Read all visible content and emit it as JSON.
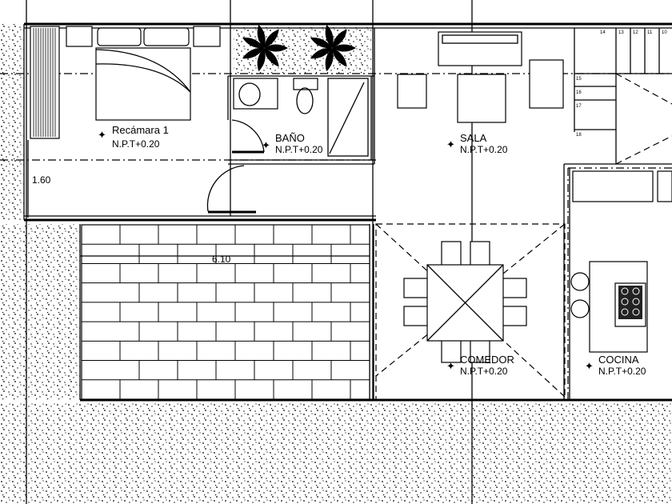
{
  "plan": {
    "rooms": [
      {
        "name": "Recámara 1",
        "level": "N.P.T+0.20"
      },
      {
        "name": "BAÑO",
        "level": "N.P.T+0.20"
      },
      {
        "name": "SALA",
        "level": "N.P.T+0.20"
      },
      {
        "name": "COMEDOR",
        "level": "N.P.T+0.20"
      },
      {
        "name": "COCINA",
        "level": "N.P.T+0.20"
      }
    ],
    "dimensions": {
      "corridor_width": "1.60",
      "patio_width": "6.10"
    },
    "stair_steps": [
      "14",
      "13",
      "12",
      "11",
      "10",
      "15",
      "16",
      "17",
      "18"
    ]
  }
}
